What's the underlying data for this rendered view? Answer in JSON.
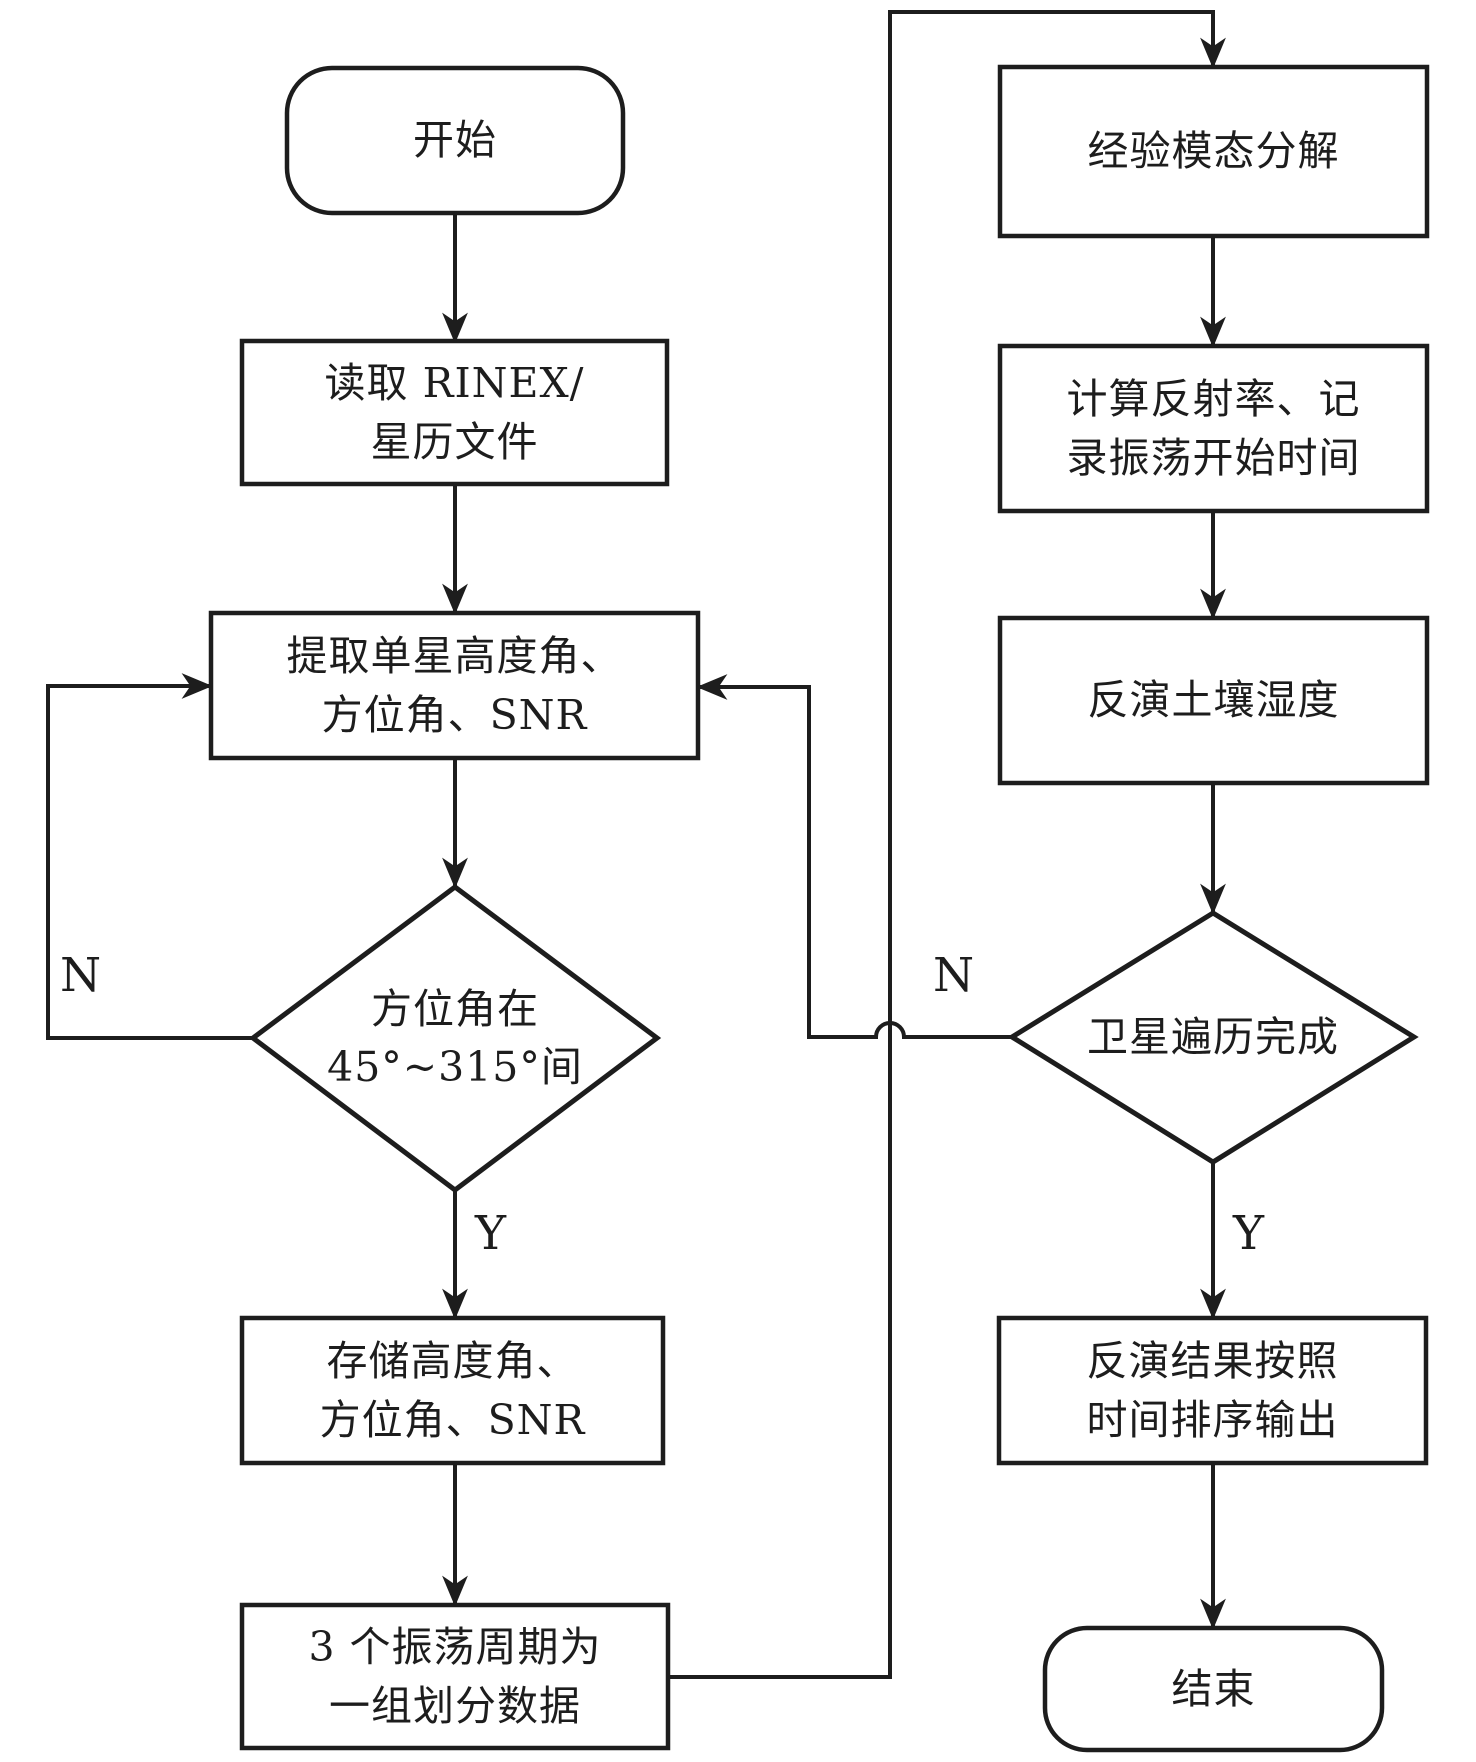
{
  "colors": {
    "background": "#ffffff",
    "line": "#1d1d1d",
    "text": "#1d1d1d"
  },
  "nodes": {
    "start": {
      "label": "开始",
      "shape": "terminator"
    },
    "read_rinex": {
      "label": "读取 RINEX/\n星历文件",
      "shape": "process"
    },
    "extract": {
      "label": "提取单星高度角、\n方位角、SNR",
      "shape": "process"
    },
    "azimuth_decision": {
      "label": "方位角在\n45°~315°间",
      "shape": "decision"
    },
    "store": {
      "label": "存储高度角、\n方位角、SNR",
      "shape": "process"
    },
    "group_data": {
      "label": "3 个振荡周期为\n一组划分数据",
      "shape": "process"
    },
    "emd": {
      "label": "经验模态分解",
      "shape": "process"
    },
    "reflectivity": {
      "label": "计算反射率、记\n录振荡开始时间",
      "shape": "process"
    },
    "invert_soil": {
      "label": "反演土壤湿度",
      "shape": "process"
    },
    "traverse_decision": {
      "label": "卫星遍历完成",
      "shape": "decision"
    },
    "output_sorted": {
      "label": "反演结果按照\n时间排序输出",
      "shape": "process"
    },
    "end": {
      "label": "结束",
      "shape": "terminator"
    }
  },
  "edge_labels": {
    "azimuth_no": "N",
    "azimuth_yes": "Y",
    "traverse_no": "N",
    "traverse_yes": "Y"
  }
}
